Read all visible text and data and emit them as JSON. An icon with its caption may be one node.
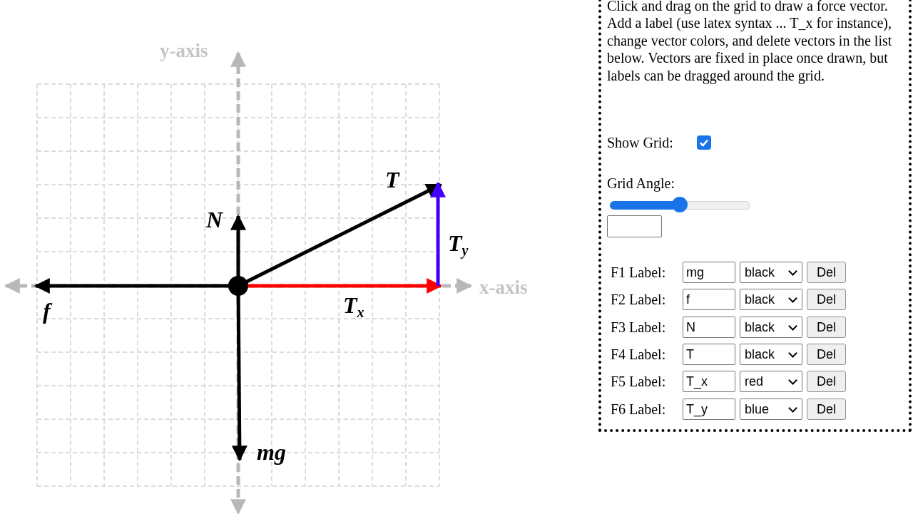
{
  "diagram": {
    "labels": [
      "y-axis",
      "T",
      "N",
      "T$_{y}$",
      "x-axis",
      "f",
      "T$_{x}$",
      "mg",
      "Click and drag on the grid to draw a force vector. Add a label (use latex syntax ... T_x for instance), change vector colors, and delete vectors in the list below. Vectors are fixed in place once drawn, but labels can be dragged around the grid.",
      "Show Grid:",
      "Grid Angle:",
      "F1 Label:",
      "mg",
      "black",
      "Del",
      "F2 Label:",
      "f",
      "black",
      "Del",
      "F3 Label:",
      "N",
      "black",
      "Del",
      "F4 Label:",
      "T",
      "black",
      "Del",
      "F5 Label:",
      "T_x",
      "red",
      "Del",
      "F6 Label:",
      "T_y",
      "blue",
      "Del"
    ]
  }
}
